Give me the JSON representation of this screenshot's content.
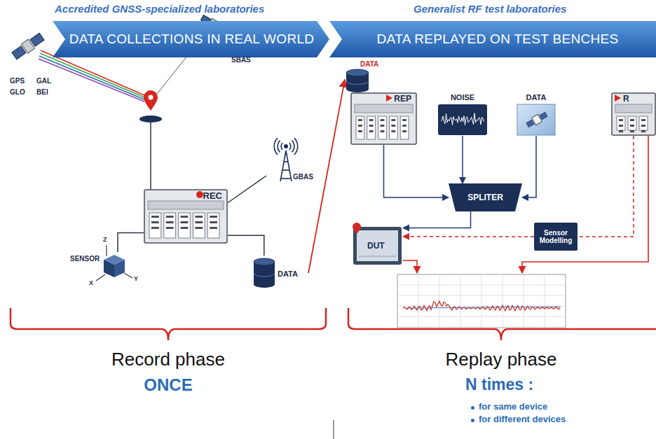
{
  "diagram": {
    "nodes": [
      {
        "text": [
          "Accredited GNSS-specialized laboratories",
          "DATA COLLECTIONS IN REAL WORLD"
        ]
      },
      {
        "text": [
          "Generalist RF test laboratories",
          "DATA REPLAYED ON TEST BENCHES"
        ]
      },
      {
        "text": [
          "REC"
        ]
      },
      {
        "text": [
          "SENSOR"
        ]
      },
      {
        "text": [
          "DATA"
        ]
      },
      {
        "text": [
          "GBAS"
        ]
      },
      {
        "text": [
          "DATA"
        ]
      },
      {
        "text": [
          "REP"
        ]
      },
      {
        "text": [
          "NOISE"
        ]
      },
      {
        "text": [
          "DATA"
        ]
      },
      {
        "text": [
          "R"
        ]
      },
      {
        "text": [
          "SPLITER"
        ]
      },
      {
        "text": [
          "DUT"
        ]
      },
      {
        "text": [
          "Sensor Modelling"
        ]
      }
    ],
    "edges": [
      {
        "from": 3,
        "to": 2,
        "arrow": "none"
      },
      {
        "from": 5,
        "to": 2,
        "arrow": "none"
      },
      {
        "from": 2,
        "to": 4,
        "arrow": "none"
      },
      {
        "from": 4,
        "to": 6,
        "arrow": "to"
      },
      {
        "from": 7,
        "to": 11,
        "arrow": "to"
      },
      {
        "from": 8,
        "to": 11,
        "arrow": "to"
      },
      {
        "from": 9,
        "to": 11,
        "arrow": "to"
      },
      {
        "from": 11,
        "to": 12,
        "arrow": "to"
      },
      {
        "from": 10,
        "to": 13,
        "arrow": "none"
      },
      {
        "from": 13,
        "to": 12,
        "arrow": "to"
      }
    ],
    "labels": [
      "GPS",
      "GAL",
      "GLO",
      "BEI",
      "SBAS",
      "Z",
      "X",
      "Y",
      "Record phase",
      "ONCE",
      "Replay phase",
      "N times :",
      "for same device",
      "for different devices"
    ]
  }
}
